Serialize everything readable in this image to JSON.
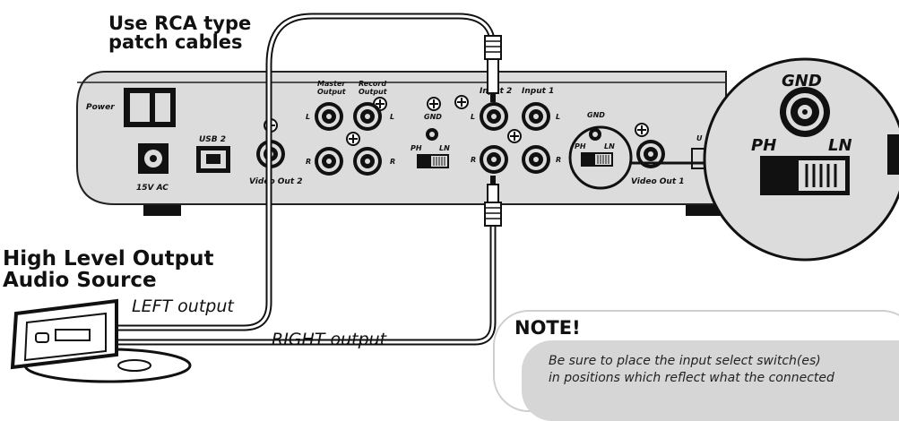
{
  "header": {
    "cables_title": [
      "Use RCA type",
      "patch cables"
    ]
  },
  "source": {
    "title": [
      "High Level Output",
      "Audio Source"
    ],
    "left_label": "LEFT output",
    "right_label": "RIGHT output"
  },
  "panel": {
    "power": "Power",
    "dc_in": "15V AC",
    "usb": "USB 2",
    "video_out_2": "Video Out 2",
    "master_output": [
      "Master",
      "Output"
    ],
    "record_output": [
      "Record",
      "Output"
    ],
    "input_2": "Input 2",
    "input_1": "Input 1",
    "gnd": "GND",
    "ph": "PH",
    "ln": "LN",
    "left_mark": "L",
    "right_mark": "R",
    "video_out_1": "Video Out 1",
    "edge_label_partial": "U"
  },
  "zoom": {
    "gnd": "GND",
    "ph": "PH",
    "ln": "LN"
  },
  "note": {
    "title": "NOTE!",
    "lines": [
      "Be sure to place the input select switch(es)",
      "in positions which reflect what the connected"
    ]
  }
}
